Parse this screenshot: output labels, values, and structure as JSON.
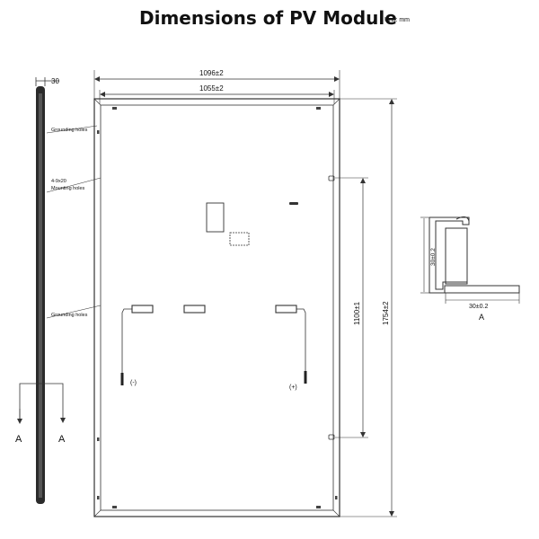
{
  "title": "Dimensions of PV Module",
  "unit": "Unit: mm",
  "side_view": {
    "thickness_label": "30",
    "callouts": {
      "grounding_top": "Grounding holes",
      "mounting_count": "4-9x20",
      "mounting": "Mounting holes",
      "grounding_bottom": "Grounding holes"
    },
    "section_marker": "A"
  },
  "dimensions": {
    "outer_width": "1096±2",
    "inner_width": "1055±2",
    "mounting_span": "1100±1",
    "height": "1754±2"
  },
  "connectors": {
    "negative": "(-)",
    "positive": "(+)"
  },
  "section_detail": {
    "height_label": "30±0.2",
    "width_label": "30±0.2",
    "caption": "A"
  },
  "colors": {
    "line": "#333333",
    "frame_dark": "#2b2b2b",
    "text": "#111111"
  }
}
